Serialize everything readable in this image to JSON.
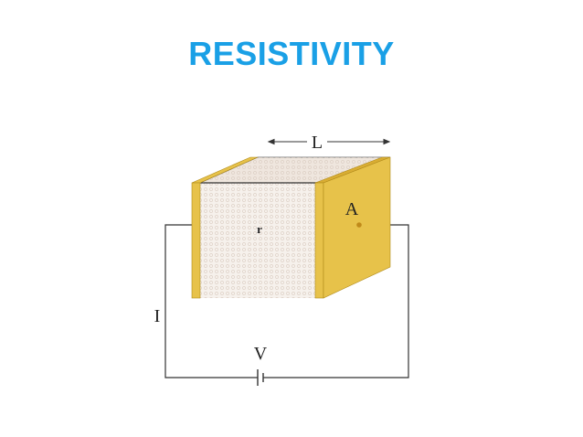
{
  "title": "RESISTIVITY",
  "colors": {
    "title": "#1aa0e6",
    "plate": "#e7c24a",
    "plate_dark": "#c99a1f",
    "block_face": "#f6f1ec",
    "block_top": "#efe6de",
    "wire": "#333333"
  },
  "labels": {
    "length": "L",
    "area": "A",
    "resistivity": "r",
    "current": "I",
    "voltage": "V"
  },
  "icons": [
    "battery-icon",
    "terminal-dot-icon"
  ]
}
